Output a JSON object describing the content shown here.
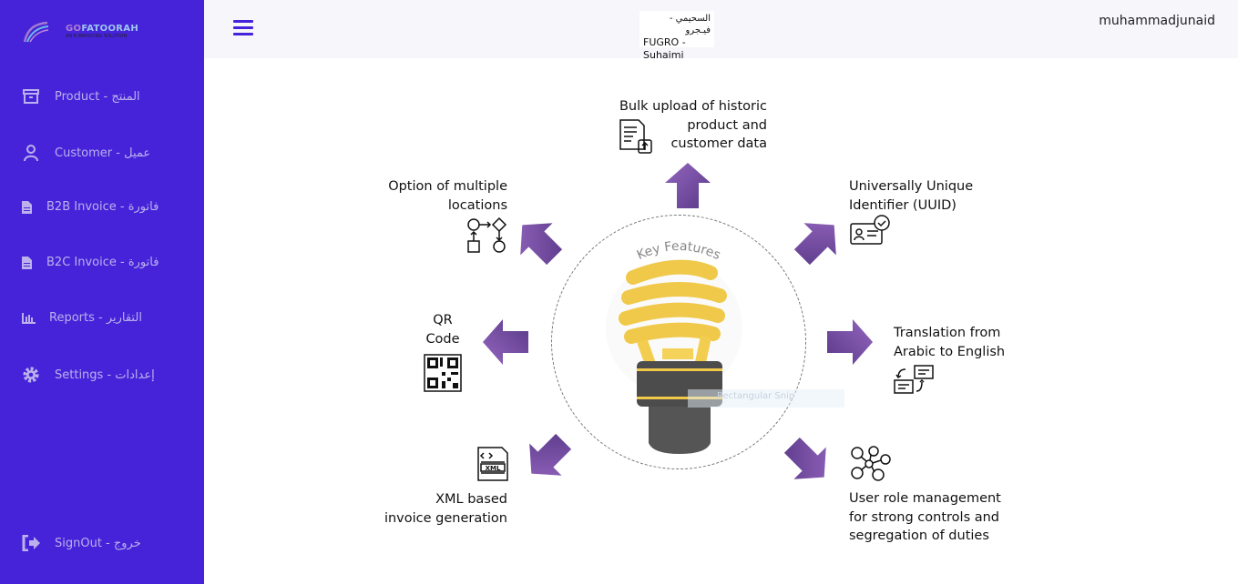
{
  "brand": {
    "name_a": "GO",
    "name_b": "FATOORAH",
    "tagline": "AN E-INVOICING SOLUTION"
  },
  "sidebar": {
    "items": [
      {
        "label": "Product - المنتج",
        "icon": "archive-icon"
      },
      {
        "label": "Customer - عميل",
        "icon": "user-icon"
      },
      {
        "label": "B2B Invoice - فاتورة",
        "icon": "file-icon"
      },
      {
        "label": "B2C Invoice - فاتورة",
        "icon": "file-icon"
      },
      {
        "label": "Reports - التقارير",
        "icon": "chart-icon"
      },
      {
        "label": "Settings - إعدادات",
        "icon": "gear-icon"
      }
    ],
    "signout": "SignOut - خروج"
  },
  "header": {
    "client_logo_ar": "السحيمي - فيـجرو",
    "client_logo_en": "FUGRO - Suhaimi",
    "username": "muhammadjunaid"
  },
  "diagram": {
    "center_label": "Key Features",
    "overlay_text": "Rectangular Snip",
    "features": {
      "top": [
        "Bulk upload of historic",
        "product and",
        "customer data"
      ],
      "top_left": [
        "Option of multiple",
        "locations"
      ],
      "top_right": [
        "Universally Unique",
        "Identifier (UUID)"
      ],
      "left": [
        "QR",
        "Code"
      ],
      "right": [
        "Translation from",
        "Arabic to English"
      ],
      "bottom_left": [
        "XML based",
        "invoice generation"
      ],
      "bottom_right": [
        "User role management",
        "for strong controls and",
        "segregation of duties"
      ]
    },
    "colors": {
      "arrow": "#7d4fa8",
      "bulb": "#f3cd4f",
      "base": "#4a4a4a",
      "sidebar": "#4623d9"
    }
  }
}
